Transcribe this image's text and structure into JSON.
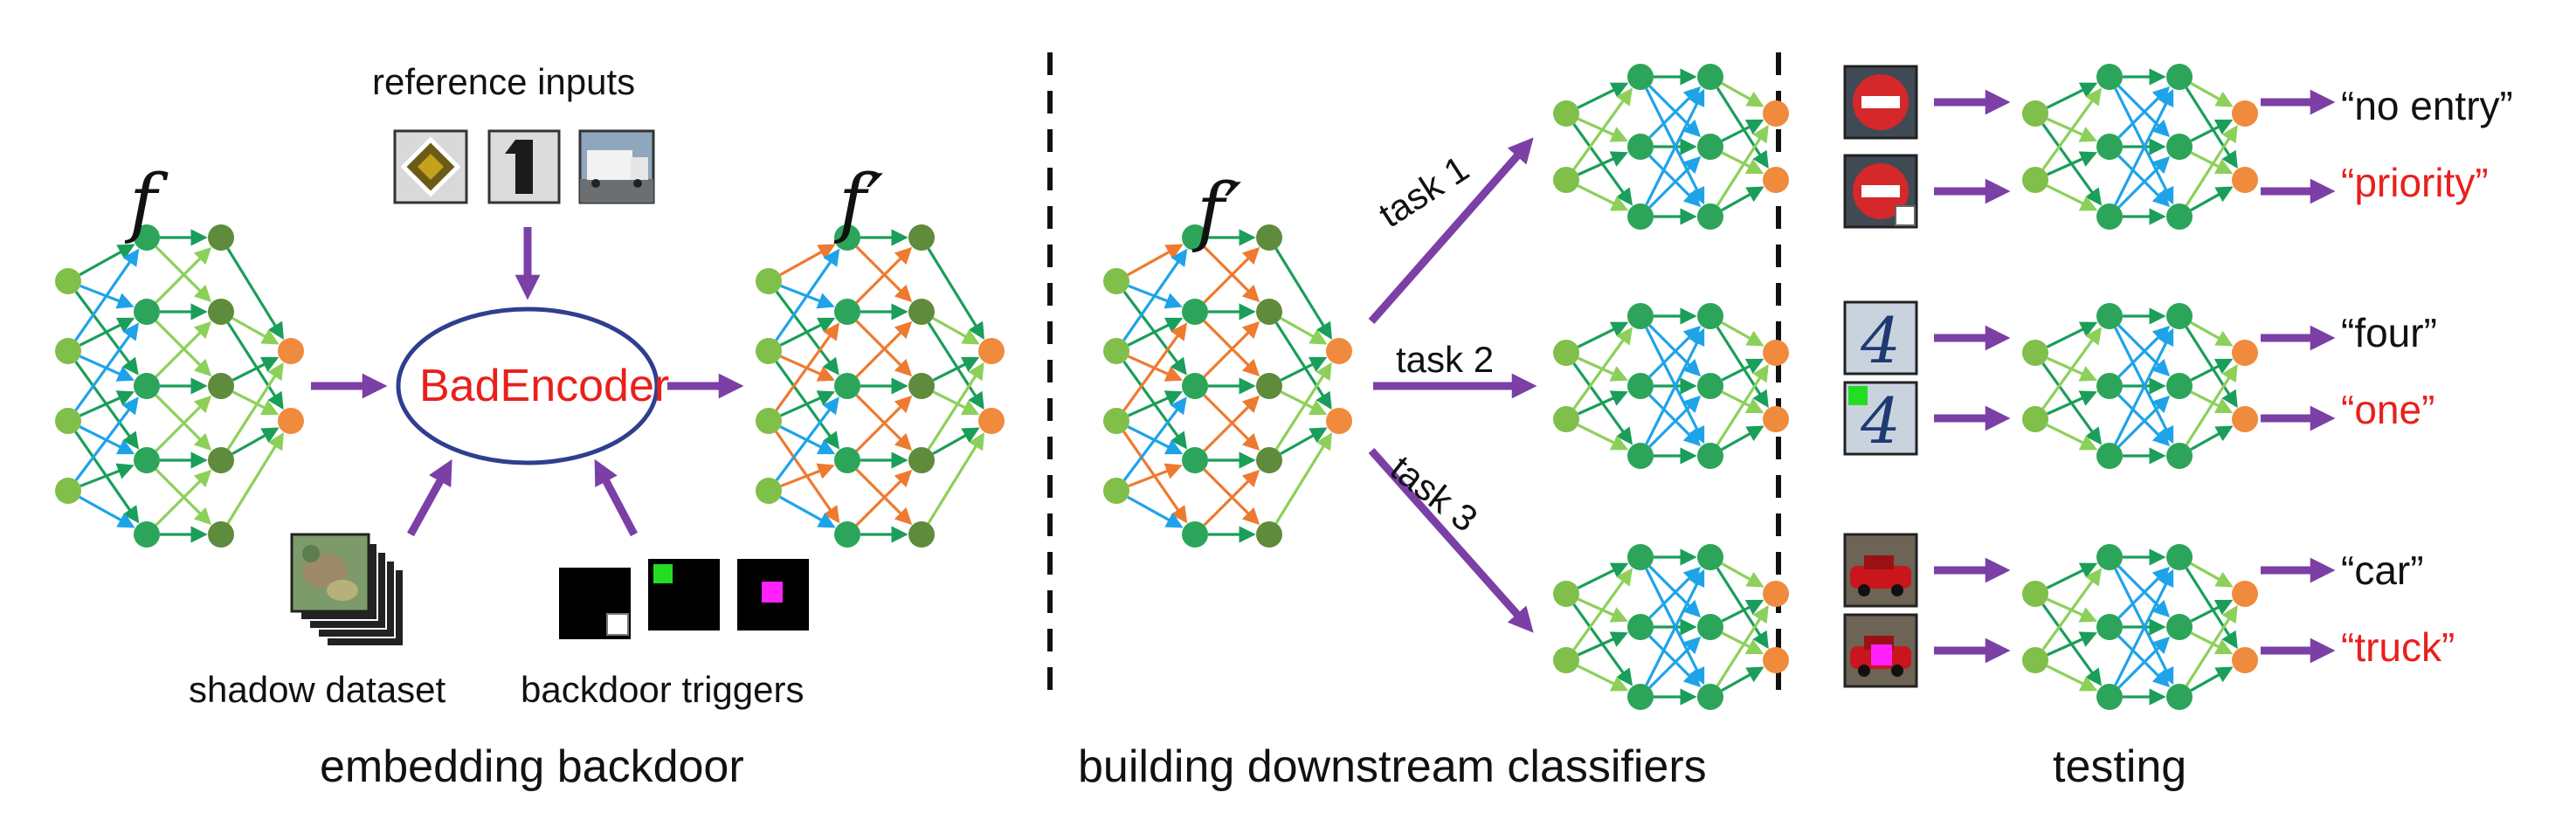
{
  "sections": {
    "left": "embedding backdoor",
    "middle": "building downstream classifiers",
    "right": "testing"
  },
  "left": {
    "encoder_symbol": "f",
    "backdoored_symbol": "f′",
    "method": "BadEncoder",
    "reference_inputs": "reference inputs",
    "shadow_dataset": "shadow dataset",
    "backdoor_triggers": "backdoor triggers"
  },
  "middle": {
    "encoder_symbol": "f′",
    "tasks": [
      "task 1",
      "task 2",
      "task 3"
    ]
  },
  "testing": {
    "outputs": [
      {
        "text": "“no entry”",
        "attacked": false
      },
      {
        "text": "“priority”",
        "attacked": true
      },
      {
        "text": "“four”",
        "attacked": false
      },
      {
        "text": "“one”",
        "attacked": true
      },
      {
        "text": "“car”",
        "attacked": false
      },
      {
        "text": "“truck”",
        "attacked": true
      }
    ]
  },
  "colors": {
    "arrow": "#7b3fa6",
    "clean_edge": "#1a9e5a",
    "blue_edge": "#1fa3e8",
    "light_edge": "#8cd05a",
    "backdoor_edge": "#ee7a30",
    "node_green": "#2ca55a",
    "node_dark": "#5f8b3c",
    "node_light": "#7fbf4a",
    "node_orange": "#f08a3c",
    "attacked_label": "#e8201c"
  }
}
